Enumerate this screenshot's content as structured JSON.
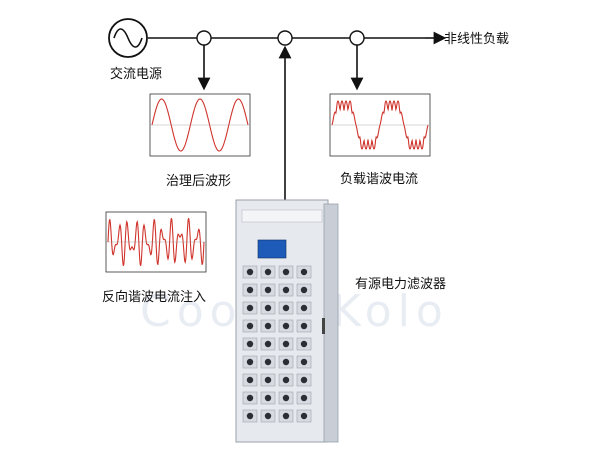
{
  "labels": {
    "ac_source": "交流电源",
    "nonlinear_load": "非线性负载",
    "after_treatment": "治理后波形",
    "load_harmonic": "负载谐波电流",
    "reverse_harmonic": "反向谐波电流注入",
    "apf": "有源电力滤波器"
  },
  "watermark": "Coolie Kolo",
  "colors": {
    "line": "#111111",
    "wave": "#d0342c",
    "cabinet": "#e6e9ee",
    "cabinet_dark": "#b9bfc8",
    "screen": "#1e5bb8"
  },
  "icons": {
    "ac_source": "sine-wave-icon",
    "node": "circle-node-icon"
  }
}
